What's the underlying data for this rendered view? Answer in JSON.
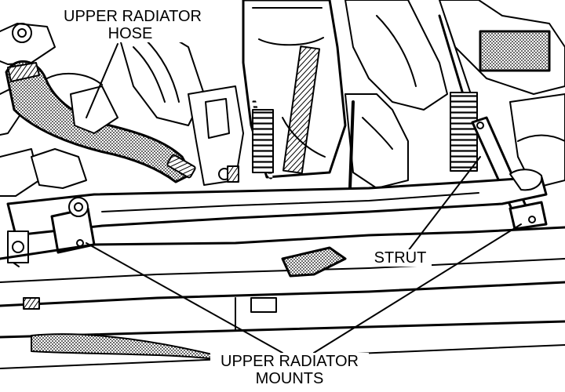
{
  "diagram": {
    "callouts": {
      "upper_radiator_hose": {
        "line1": "UPPER RADIATOR",
        "line2": "HOSE"
      },
      "strut": {
        "text": "STRUT"
      },
      "upper_radiator_mounts": {
        "line1": "UPPER RADIATOR",
        "line2": "MOUNTS"
      }
    },
    "colors": {
      "ink": "#000000",
      "paper": "#ffffff",
      "stipple": "#1a1a1a"
    }
  }
}
